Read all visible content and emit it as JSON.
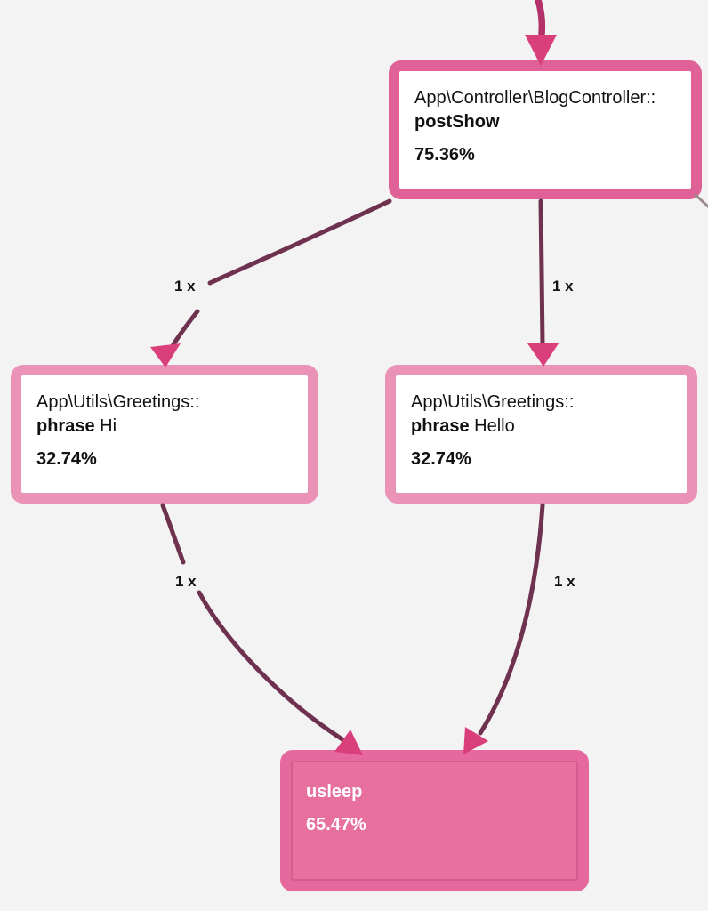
{
  "graph_title": "profiler-call-graph",
  "colors": {
    "background": "#f4f3f3",
    "node_hot_border": "#df6197",
    "node_warm_border": "#eb93b7",
    "leaf_fill": "#e7709f",
    "edge_dark": "#6e3150",
    "edge_hot": "#b23168",
    "edge_gray": "#9c8d8d",
    "arrowhead": "#d9407b"
  },
  "nodes": {
    "postShow": {
      "class_line": "App\\Controller\\BlogController::",
      "method": "postShow",
      "arg": "",
      "percent": "75.36%"
    },
    "phraseHi": {
      "class_line": "App\\Utils\\Greetings::",
      "method": "phrase",
      "arg": " Hi",
      "percent": "32.74%"
    },
    "phraseHello": {
      "class_line": "App\\Utils\\Greetings::",
      "method": "phrase",
      "arg": " Hello",
      "percent": "32.74%"
    },
    "usleep": {
      "method": "usleep",
      "percent": "65.47%"
    }
  },
  "edges": {
    "postShow_to_phraseHi": {
      "label": "1 x"
    },
    "postShow_to_phraseHello": {
      "label": "1 x"
    },
    "phraseHi_to_usleep": {
      "label": "1 x"
    },
    "phraseHello_to_usleep": {
      "label": "1 x"
    }
  }
}
